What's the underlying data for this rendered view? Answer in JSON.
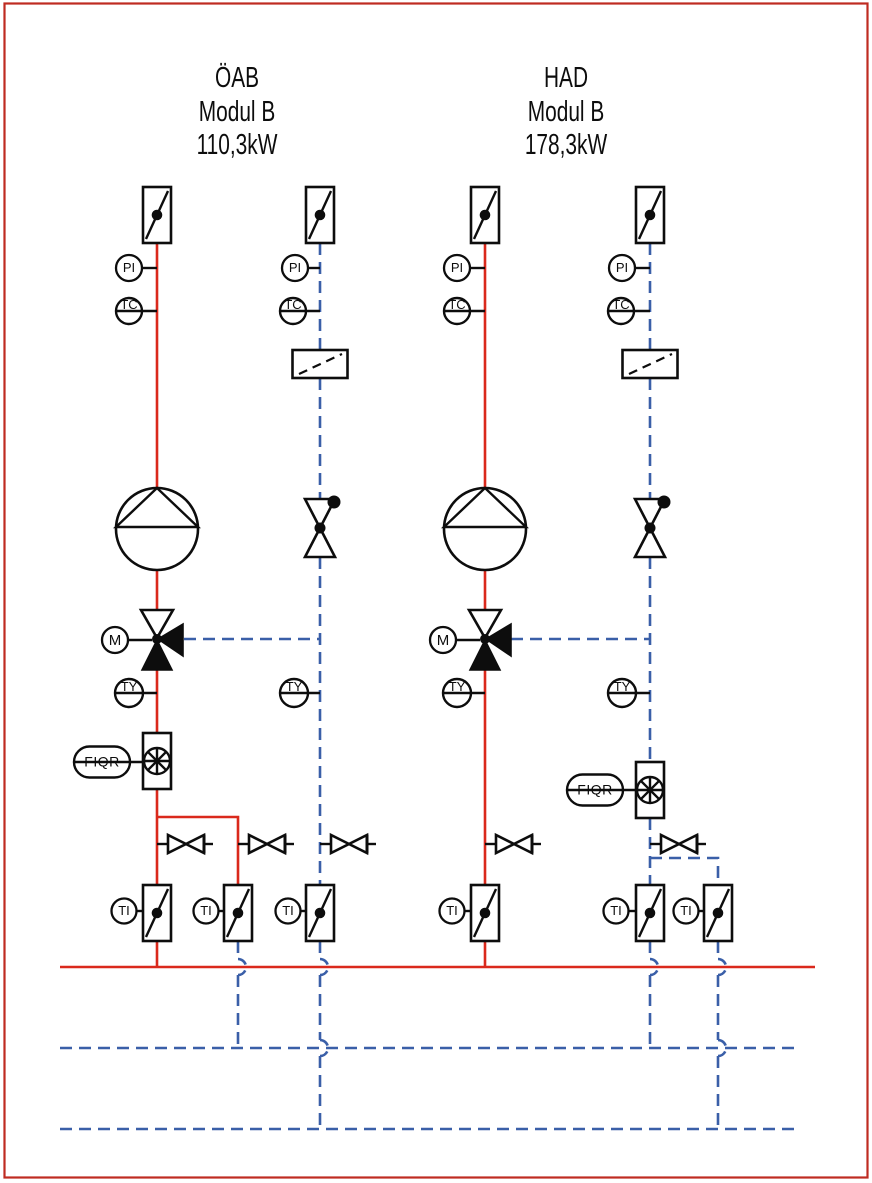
{
  "page": {
    "background": "#ffffff",
    "border_color": "#bf2b21"
  },
  "colors": {
    "supply_line": "#da291c",
    "return_control_line": "#3a5fa8",
    "symbol": "#0d0d0d"
  },
  "modules": [
    {
      "name": "ÖAB",
      "model": "Modul B",
      "power": "110,3kW"
    },
    {
      "name": "HAD",
      "model": "Modul B",
      "power": "178,3kW"
    }
  ],
  "instrument_labels": {
    "pi": "PI",
    "tc": "TC",
    "ty": "TY",
    "ti": "TI",
    "m": "M",
    "fiqr": "FIQR"
  }
}
